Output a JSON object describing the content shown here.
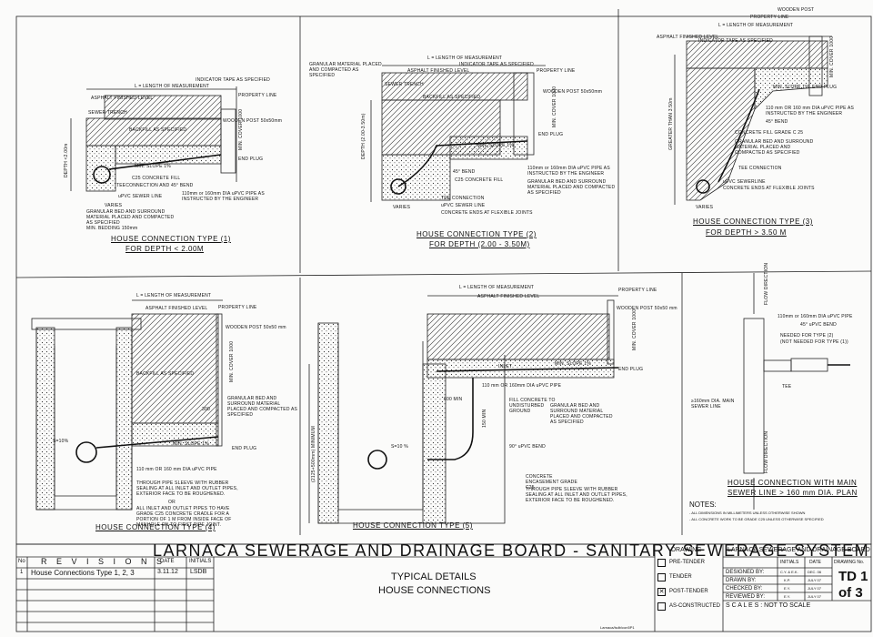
{
  "sheet": {
    "board_title": "LARNACA SEWERAGE AND DRAINAGE BOARD - SANITARY SEWERAGE SYSTEM",
    "details_title_1": "TYPICAL DETAILS",
    "details_title_2": "HOUSE CONNECTIONS",
    "file_ref": "Larnaca/lsdb/con5P1"
  },
  "revisions": {
    "header": "R E V I S I O N S",
    "col_no": "No",
    "col_date": "DATE",
    "col_initials": "INITIALS",
    "row1_no": "1",
    "row1_desc": "House Connections Type 1, 2, 3",
    "row1_date": "3.11.12",
    "row1_initials": "LSDB"
  },
  "drawing_status": {
    "header": "DRAWING",
    "options": [
      "PRE-TENDER",
      "TENDER",
      "POST-TENDER",
      "AS-CONSTRUCTED"
    ],
    "checked": "POST-TENDER"
  },
  "title_block": {
    "board": "LARNACA SEWERAGE AND DRAINAGE BOARD",
    "col_initials": "INITIALS",
    "col_date": "DATE",
    "col_drawing_no": "DRAWING No.",
    "designed_by": "DESIGNED BY:",
    "designed_init": "C.Y. & E.K.",
    "designed_date": "DEC. 06",
    "drawn_by": "DRAWN BY:",
    "drawn_init": "K.P.",
    "drawn_date": "JULY 07",
    "checked_by": "CHECKED BY:",
    "checked_init": "E.Y.",
    "checked_date": "JULY 07",
    "reviewed_by": "REVIEWED BY:",
    "reviewed_init": "E.Y.",
    "reviewed_date": "JULY 07",
    "scales": "S C A L E S :  NOT TO SCALE",
    "drawing_no": "TD 1",
    "of": "of 3"
  },
  "notes": {
    "heading": "NOTES:",
    "line1": "- ALL DIMENSIONS IN MILLIMETERS UNLESS OTHERWISE SHOWN",
    "line2": "- ALL CONCRETE WORK TO BE GRADE C25 UNLESS OTHERWISE SPECIFIED"
  },
  "details": {
    "type1": {
      "title": "HOUSE CONNECTION TYPE (1)",
      "sub": "FOR DEPTH < 2.00M",
      "labels": [
        "L = LENGTH OF MEASUREMENT",
        "INDICATOR TAPE AS SPECIFIED",
        "ASPHALT FINISHED LEVEL",
        "PROPERTY LINE",
        "SEWER TRENCH",
        "BACKFILL AS SPECIFIED",
        "WOODEN POST 50x50mm",
        "MIN. COVER 1000",
        "END PLUG",
        "MIN. SLOPE 1%",
        "C25 CONCRETE FILL",
        "TEECONNECTION AND 45° BEND",
        "uPVC SEWER LINE",
        "110mm or 160mm DIA uPVC PIPE AS INSTRUCTED BY THE ENGINEER",
        "VARIES",
        "GRANULAR BED AND SURROUND MATERIAL PLACED AND COMPACTED AS SPECIFIED",
        "MIN. BEDDING 150mm",
        "DEPTH <2.00m"
      ]
    },
    "type2": {
      "title": "HOUSE CONNECTION TYPE (2)",
      "sub": "FOR DEPTH (2.00 - 3.50M)",
      "labels": [
        "L = LENGTH OF MEASUREMENT",
        "GRANULAR MATERIAL PLACED AND COMPACTED AS SPECIFIED",
        "INDICATOR TAPE AS SPECIFIED",
        "ASPHALT FINISHED LEVEL",
        "PROPERTY LINE",
        "SEWER TRENCH",
        "BACKFILL AS SPECIFIED",
        "WOODEN POST 50x50mm",
        "MIN. COVER 1000",
        "END PLUG",
        "MIN. SLOPE 1%",
        "45° BEND",
        "C25 CONCRETE FILL",
        "110mm or 160mm DIA uPVC PIPE AS INSTRUCTED BY THE ENGINEER",
        "GRANULAR BED AND SURROUND MATERIAL PLACED AND COMPACTED AS SPECIFIED",
        "TEE CONNECTION",
        "uPVC SEWER LINE",
        "CONCRETE ENDS AT FLEXIBLE JOINTS",
        "VARIES",
        "DEPTH (2.00-3.50m)"
      ]
    },
    "type3": {
      "title": "HOUSE CONNECTION TYPE (3)",
      "sub": "FOR DEPTH > 3.50 M",
      "labels": [
        "WOODEN POST",
        "PROPERTY LINE",
        "L = LENGTH OF MEASUREMENT",
        "ASPHALT FINISHED LEVEL",
        "INDICATOR TAPE AS SPECIFIED",
        "MIN. COVER 1000",
        "MIN. SLOPE 1%",
        "END PLUG",
        "110 mm OR 160 mm DIA uPVC PIPE AS INSTRUCTED BY THE ENGINEER",
        "45° BEND",
        "CONCRETE FILL GRADE C 25",
        "GRANULAR BED AND SURROUND MATERIAL PLACED AND COMPACTED AS SPECIFIED",
        "TEE CONNECTION",
        "uPVC SEWERLINE",
        "CONCRETE ENDS AT FLEXIBLE JOINTS",
        "GREATER THAN 3.50m",
        "VARIES"
      ]
    },
    "type4": {
      "title": "HOUSE CONNECTION TYPE (4)",
      "labels": [
        "L = LENGTH OF MEASUREMENT",
        "ASPHALT FINISHED LEVEL",
        "PROPERTY LINE",
        "WOODEN POST 50x50 mm",
        "MIN. COVER 1000",
        "BACKFILL AS SPECIFIED",
        "GRANULAR BED AND SURROUND MATERIAL PLACED AND COMPACTED AS SPECIFIED",
        "300",
        "END PLUG",
        "S=10%",
        "MIN. SLOPE 1%",
        "110 mm OR 160 mm DIA uPVC PIPE",
        "THROUGH PIPE SLEEVE WITH RUBBER SEALING AT ALL INLET AND OUTLET PIPES, EXTERIOR FACE TO BE ROUGHENED.",
        "OR",
        "ALL INLET AND OUTLET PIPES TO HAVE GRADE C25 CONCRETE CRADLE FOR A PORTION OF 1 M FROM INSIDE FACE OF MANHOLE ON TO FIRST PIPE JOINT."
      ]
    },
    "type5": {
      "title": "HOUSE CONNECTION TYPE (5)",
      "labels": [
        "L = LENGTH OF MEASUREMENT",
        "PROPERTY LINE",
        "ASPHALT FINISHED LEVEL",
        "WOODEN POST 50x50 mm",
        "MIN. COVER 1000",
        "INLET",
        "MIN. SLOPE 1%",
        "END PLUG",
        "110 mm OR 160mm DIA uPVC PIPE",
        "600 MIN",
        "FILL CONCRETE TO UNDISTURBED GROUND",
        "GRANULAR BED AND SURROUND MATERIAL PLACED AND COMPACTED AS SPECIFIED",
        "150 MIN",
        "90° uPVC BEND",
        "S=10 %",
        "CONCRETE ENCASEMENT GRADE C25",
        "THROUGH PIPE SLEEVE WITH RUBBER SEALING AT ALL INLET AND OUTLET PIPES, EXTERIOR FACE TO BE ROUGHENED.",
        "(2125+500mm) MINIMUM"
      ]
    },
    "plan": {
      "title": "HOUSE CONNECTION WITH MAIN",
      "sub": "SEWER LINE > 160 mm DIA. PLAN",
      "labels": [
        "FLOW DIRECTION",
        "110mm or 160mm DIA uPVC PIPE",
        "45° uPVC BEND",
        "NEEDED FOR TYPE (2)",
        "(NOT NEEDED FOR TYPE (1))",
        "TEE",
        "≥160mm DIA. MAIN SEWER LINE",
        "FLOW DIRECTION"
      ]
    }
  }
}
